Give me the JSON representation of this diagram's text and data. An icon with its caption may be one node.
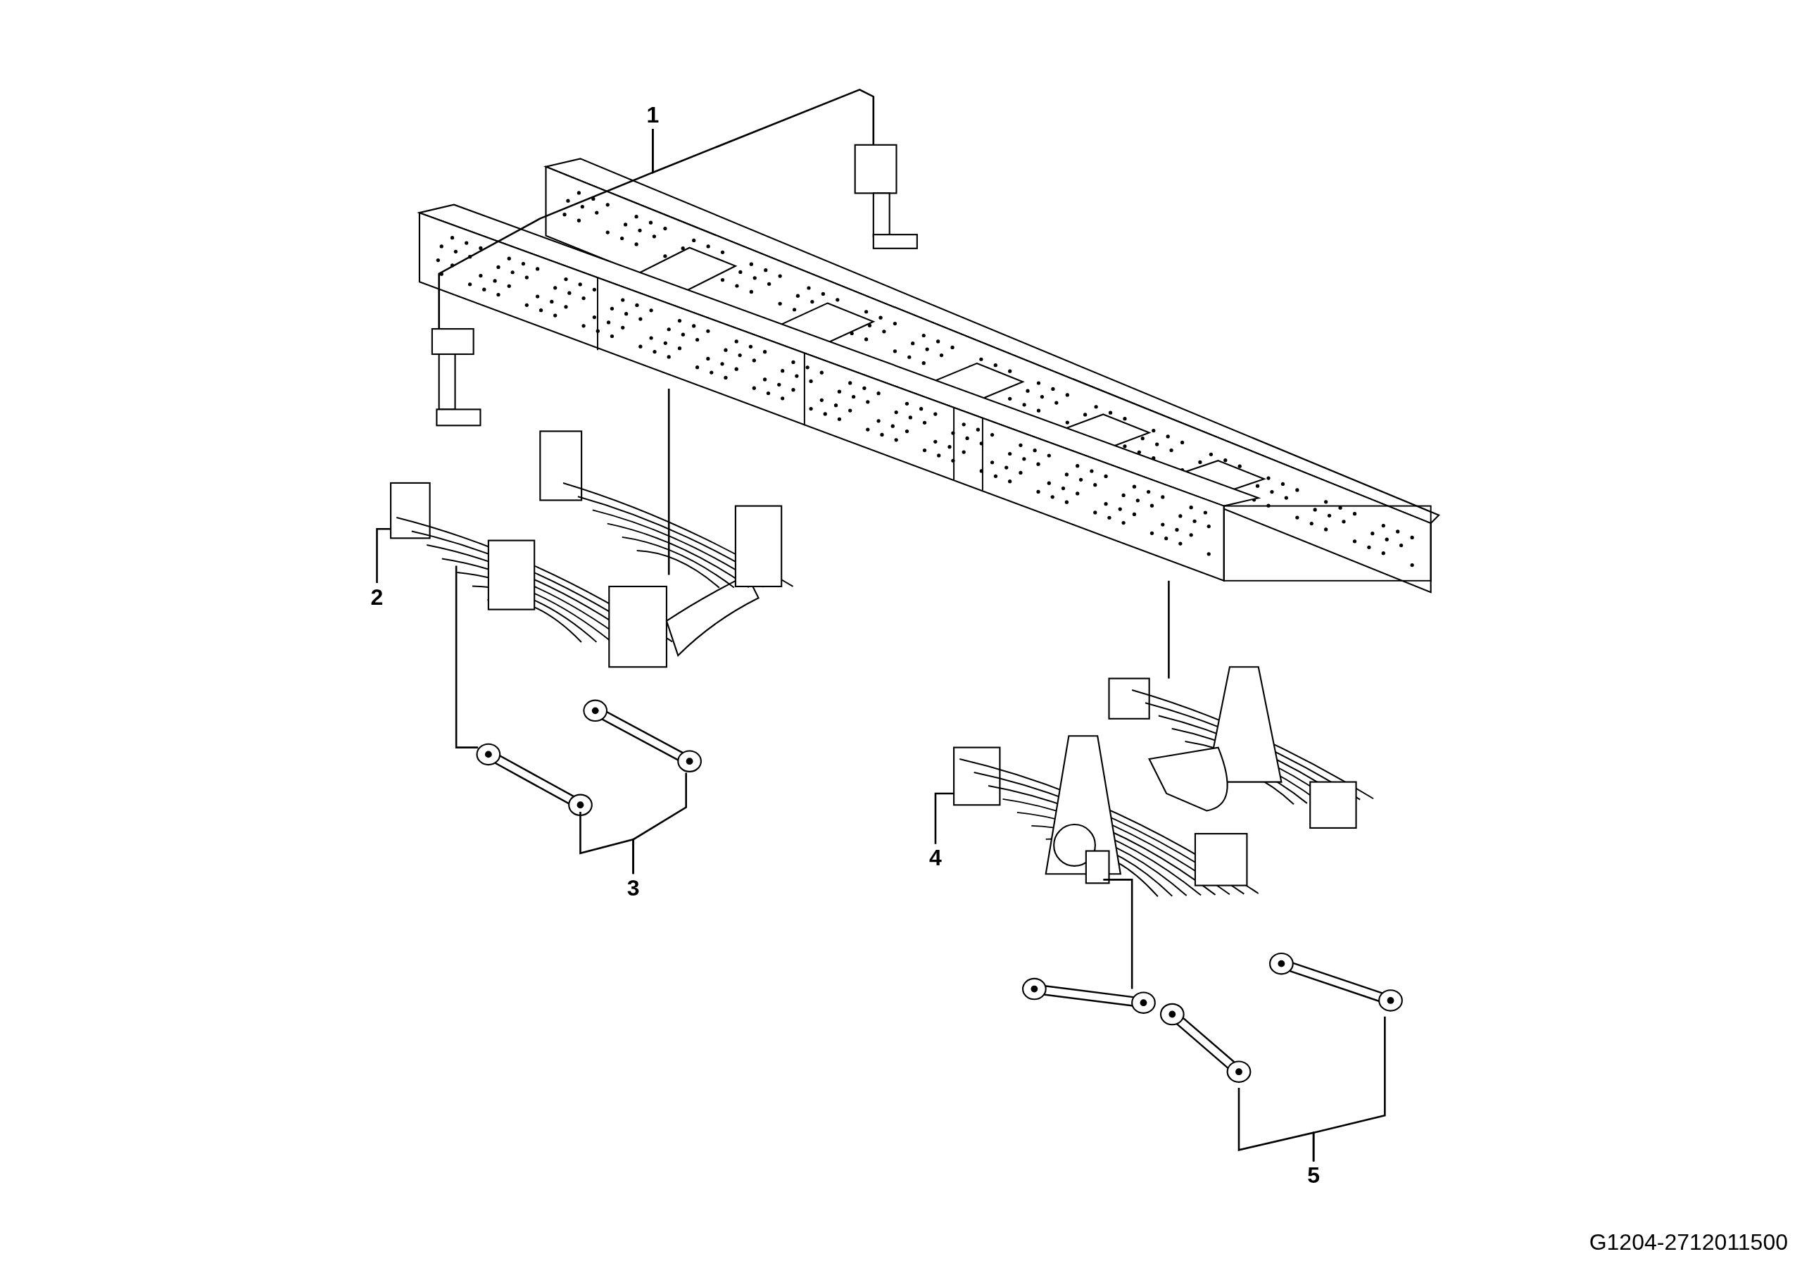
{
  "diagram": {
    "nodes": [
      {
        "text": [
          "1"
        ]
      },
      {
        "text": [],
        "shape": "picture"
      },
      {
        "text": [],
        "shape": "picture"
      },
      {
        "text": [],
        "shape": "picture"
      },
      {
        "text": [
          "2"
        ]
      },
      {
        "text": [],
        "shape": "picture"
      },
      {
        "text": [
          "3"
        ]
      },
      {
        "text": [],
        "shape": "picture"
      },
      {
        "text": [],
        "shape": "picture"
      },
      {
        "text": [
          "4"
        ]
      },
      {
        "text": [],
        "shape": "picture"
      },
      {
        "text": [
          "5"
        ]
      },
      {
        "text": [],
        "shape": "picture"
      },
      {
        "text": [],
        "shape": "picture"
      },
      {
        "text": [],
        "shape": "picture"
      }
    ],
    "edges": [
      {
        "from": 0,
        "to": 2,
        "arrow": "none"
      },
      {
        "from": 0,
        "to": 3,
        "arrow": "none"
      },
      {
        "from": 1,
        "to": 5,
        "arrow": "none"
      },
      {
        "from": 1,
        "to": 10,
        "arrow": "none"
      },
      {
        "from": 4,
        "to": 5,
        "arrow": "none"
      },
      {
        "from": 6,
        "to": 7,
        "arrow": "none"
      },
      {
        "from": 6,
        "to": 8,
        "arrow": "none"
      },
      {
        "from": 5,
        "to": 7,
        "arrow": "none"
      },
      {
        "from": 9,
        "to": 10,
        "arrow": "none"
      },
      {
        "from": 11,
        "to": 12,
        "arrow": "none"
      },
      {
        "from": 11,
        "to": 13,
        "arrow": "none"
      },
      {
        "from": 10,
        "to": 14,
        "arrow": "none"
      }
    ],
    "labels": [
      "G1204-2712011500"
    ]
  }
}
